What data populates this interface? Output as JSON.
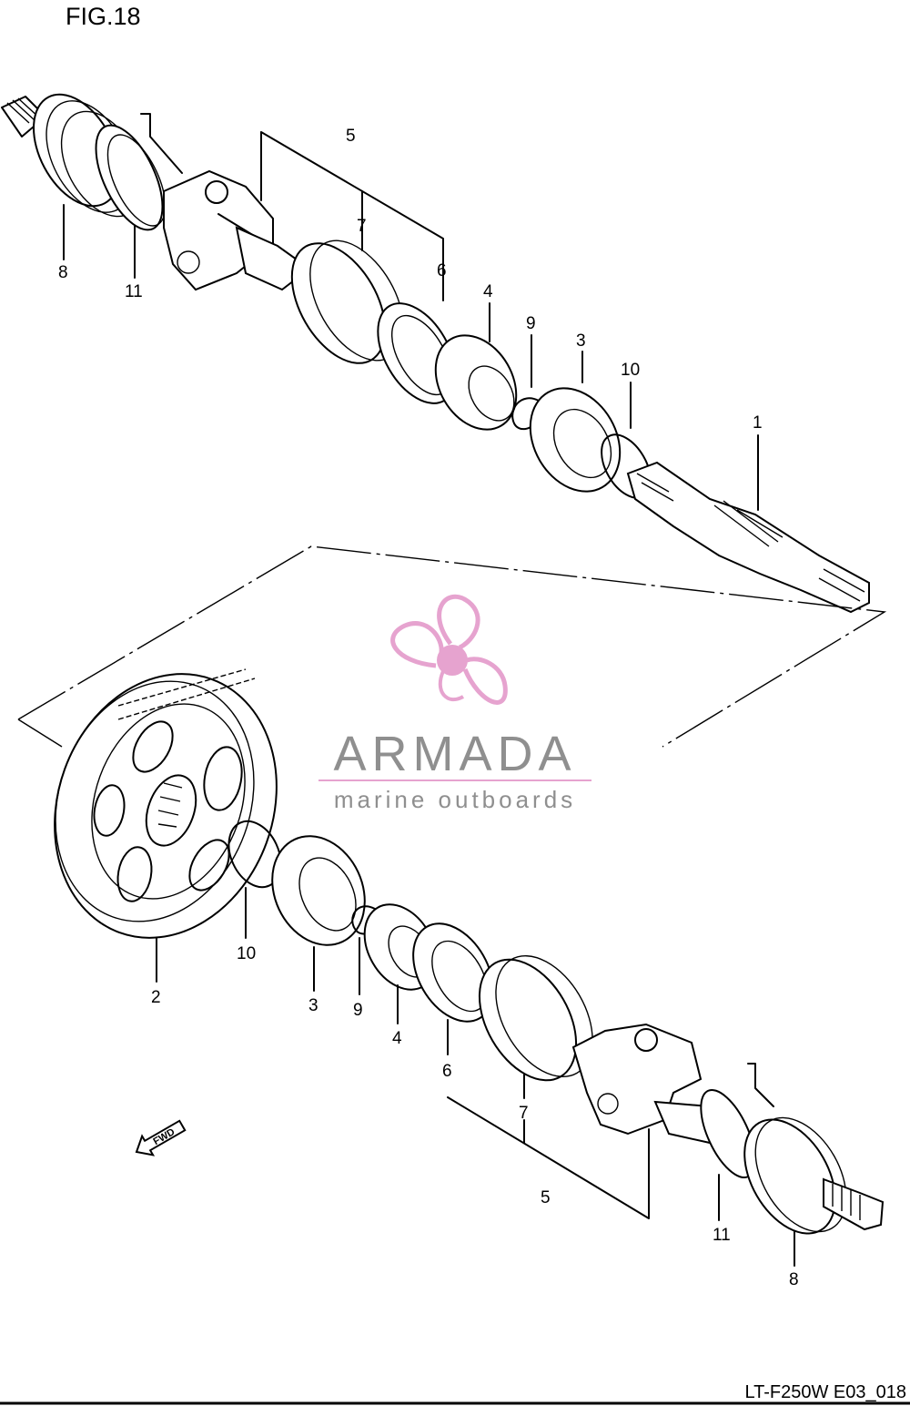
{
  "figure": {
    "title": "FIG.18",
    "code": "LT-F250W E03_018"
  },
  "watermark": {
    "name": "ARMADA",
    "tagline": "marine outboards",
    "text_color": "#8f8f8f",
    "logo_color": "#e6a3cf",
    "logo_icon": "propeller-icon"
  },
  "direction_marker": {
    "label": "FWD",
    "icon": "arrow-forward-icon"
  },
  "callouts": {
    "upper": [
      "5",
      "7",
      "6",
      "8",
      "11",
      "4",
      "9",
      "3",
      "10",
      "1"
    ],
    "lower": [
      "2",
      "10",
      "3",
      "9",
      "4",
      "6",
      "7",
      "5",
      "11",
      "8"
    ]
  }
}
